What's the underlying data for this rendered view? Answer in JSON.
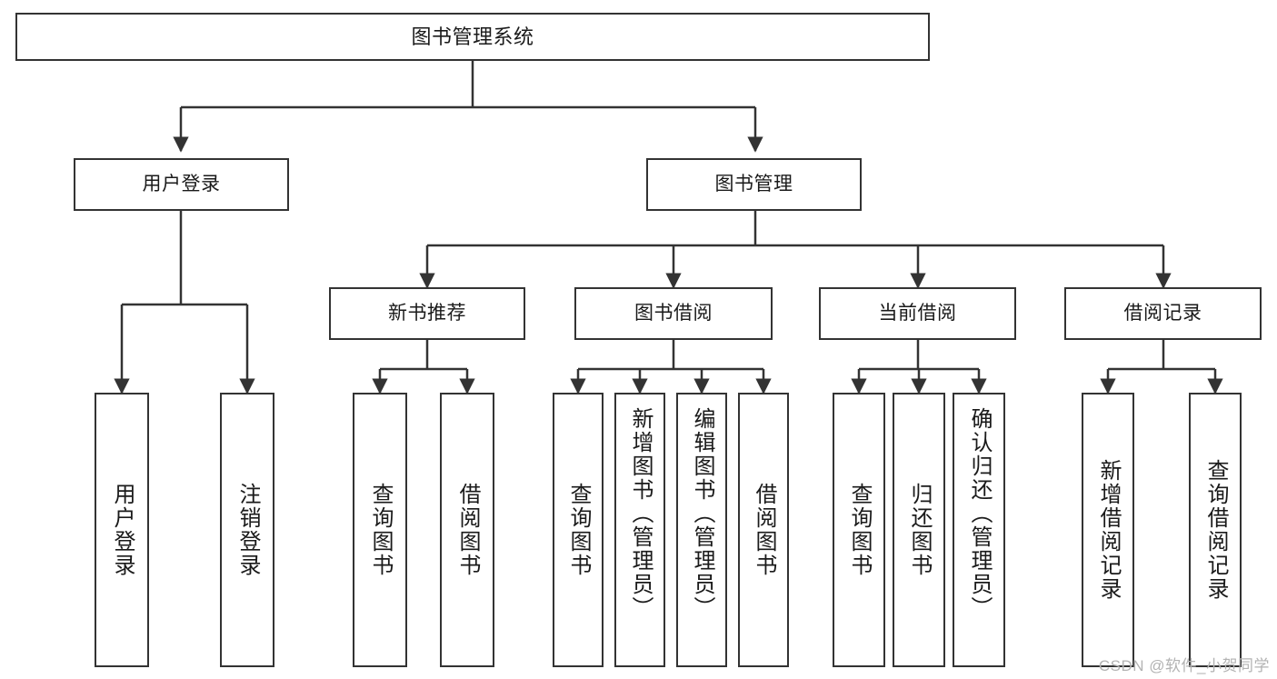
{
  "diagram": {
    "type": "tree-hierarchy",
    "title": "图书管理系统",
    "watermark": "CSDN @软件_小贺同学",
    "colors": {
      "stroke": "#333333",
      "fill": "#ffffff",
      "text": "#1a1a1a",
      "watermark": "#b3b3b3"
    },
    "levels": {
      "root": {
        "label": "图书管理系统"
      },
      "level2": [
        {
          "label": "用户登录"
        },
        {
          "label": "图书管理"
        }
      ],
      "level3": [
        {
          "label": "新书推荐"
        },
        {
          "label": "图书借阅"
        },
        {
          "label": "当前借阅"
        },
        {
          "label": "借阅记录"
        }
      ],
      "leaves_user_login": [
        {
          "label": "用户登录"
        },
        {
          "label": "注销登录"
        }
      ],
      "leaves_new_book": [
        {
          "label": "查询图书"
        },
        {
          "label": "借阅图书"
        }
      ],
      "leaves_borrow": [
        {
          "label": "查询图书"
        },
        {
          "label": "新增图书（管理员）"
        },
        {
          "label": "编辑图书（管理员）"
        },
        {
          "label": "借阅图书"
        }
      ],
      "leaves_current": [
        {
          "label": "查询图书"
        },
        {
          "label": "归还图书"
        },
        {
          "label": "确认归还（管理员）"
        }
      ],
      "leaves_record": [
        {
          "label": "新增借阅记录"
        },
        {
          "label": "查询借阅记录"
        }
      ]
    }
  }
}
